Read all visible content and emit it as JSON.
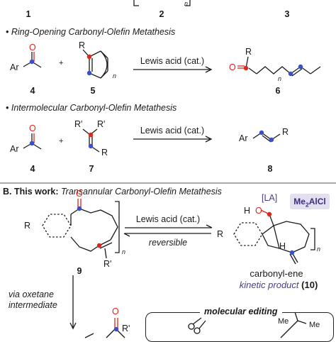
{
  "colors": {
    "accent_red": "#e0261b",
    "accent_blue": "#3a4fd0",
    "accent_purple": "#4b3c8f",
    "badge_bg": "#e4dff0"
  },
  "top_numbers": {
    "n1": "1",
    "n2": "2",
    "n3": "3",
    "n_subscript": "n"
  },
  "section_ring_opening": {
    "heading": "• Ring-Opening Carbonyl-Olefin Metathesis",
    "ar": "Ar",
    "o": "O",
    "r": "R",
    "n": "n",
    "plus": "+",
    "arrow_label": "Lewis acid (cat.)",
    "compound_a": "4",
    "compound_b": "5",
    "product": "6",
    "product_o": "O",
    "product_r": "R",
    "product_n": "n"
  },
  "section_intermolecular": {
    "heading": "• Intermolecular Carbonyl-Olefin Metathesis",
    "ar": "Ar",
    "o": "O",
    "r_prime_left": "R'",
    "r_prime_right": "R'",
    "r": "R",
    "plus": "+",
    "arrow_label": "Lewis acid (cat.)",
    "compound_a": "4",
    "compound_b": "7",
    "product": "8",
    "product_ar": "Ar",
    "product_r": "R"
  },
  "section_this_work": {
    "label_bold": "B. This work:",
    "label_italic": "Transannular Carbonyl-Olefin Metathesis",
    "badge_main": "Me",
    "badge_sub": "2",
    "badge_tail": "AlCl",
    "substrate_r": "R",
    "substrate_o": "O",
    "substrate_n": "n",
    "substrate_r_prime": "R'",
    "substrate_number": "9",
    "arrow_top": "Lewis acid (cat.)",
    "arrow_bottom": "reversible",
    "product_la": "[LA]",
    "product_h1": "H",
    "product_o": "O",
    "product_r": "R",
    "product_h2": "H",
    "product_n": "n",
    "product_line1": "carbonyl-ene",
    "product_line2_italic": "kinetic product",
    "product_line2_num": "(10)",
    "down_arrow_line1": "via oxetane",
    "down_arrow_line2": "intermediate",
    "lower_o": "O",
    "lower_r_prime": "R'",
    "molecular_editing": "molecular editing",
    "me_labels": [
      "Me",
      "Me"
    ]
  }
}
